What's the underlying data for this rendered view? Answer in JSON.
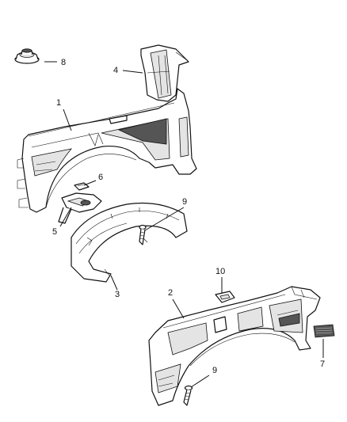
{
  "diagram": {
    "callouts": [
      {
        "id": "c1",
        "text": "1"
      },
      {
        "id": "c2",
        "text": "2"
      },
      {
        "id": "c3",
        "text": "3"
      },
      {
        "id": "c4",
        "text": "4"
      },
      {
        "id": "c5",
        "text": "5"
      },
      {
        "id": "c6",
        "text": "6"
      },
      {
        "id": "c7",
        "text": "7"
      },
      {
        "id": "c8",
        "text": "8"
      },
      {
        "id": "c9a",
        "text": "9"
      },
      {
        "id": "c9b",
        "text": "9"
      },
      {
        "id": "c10",
        "text": "10"
      }
    ]
  }
}
